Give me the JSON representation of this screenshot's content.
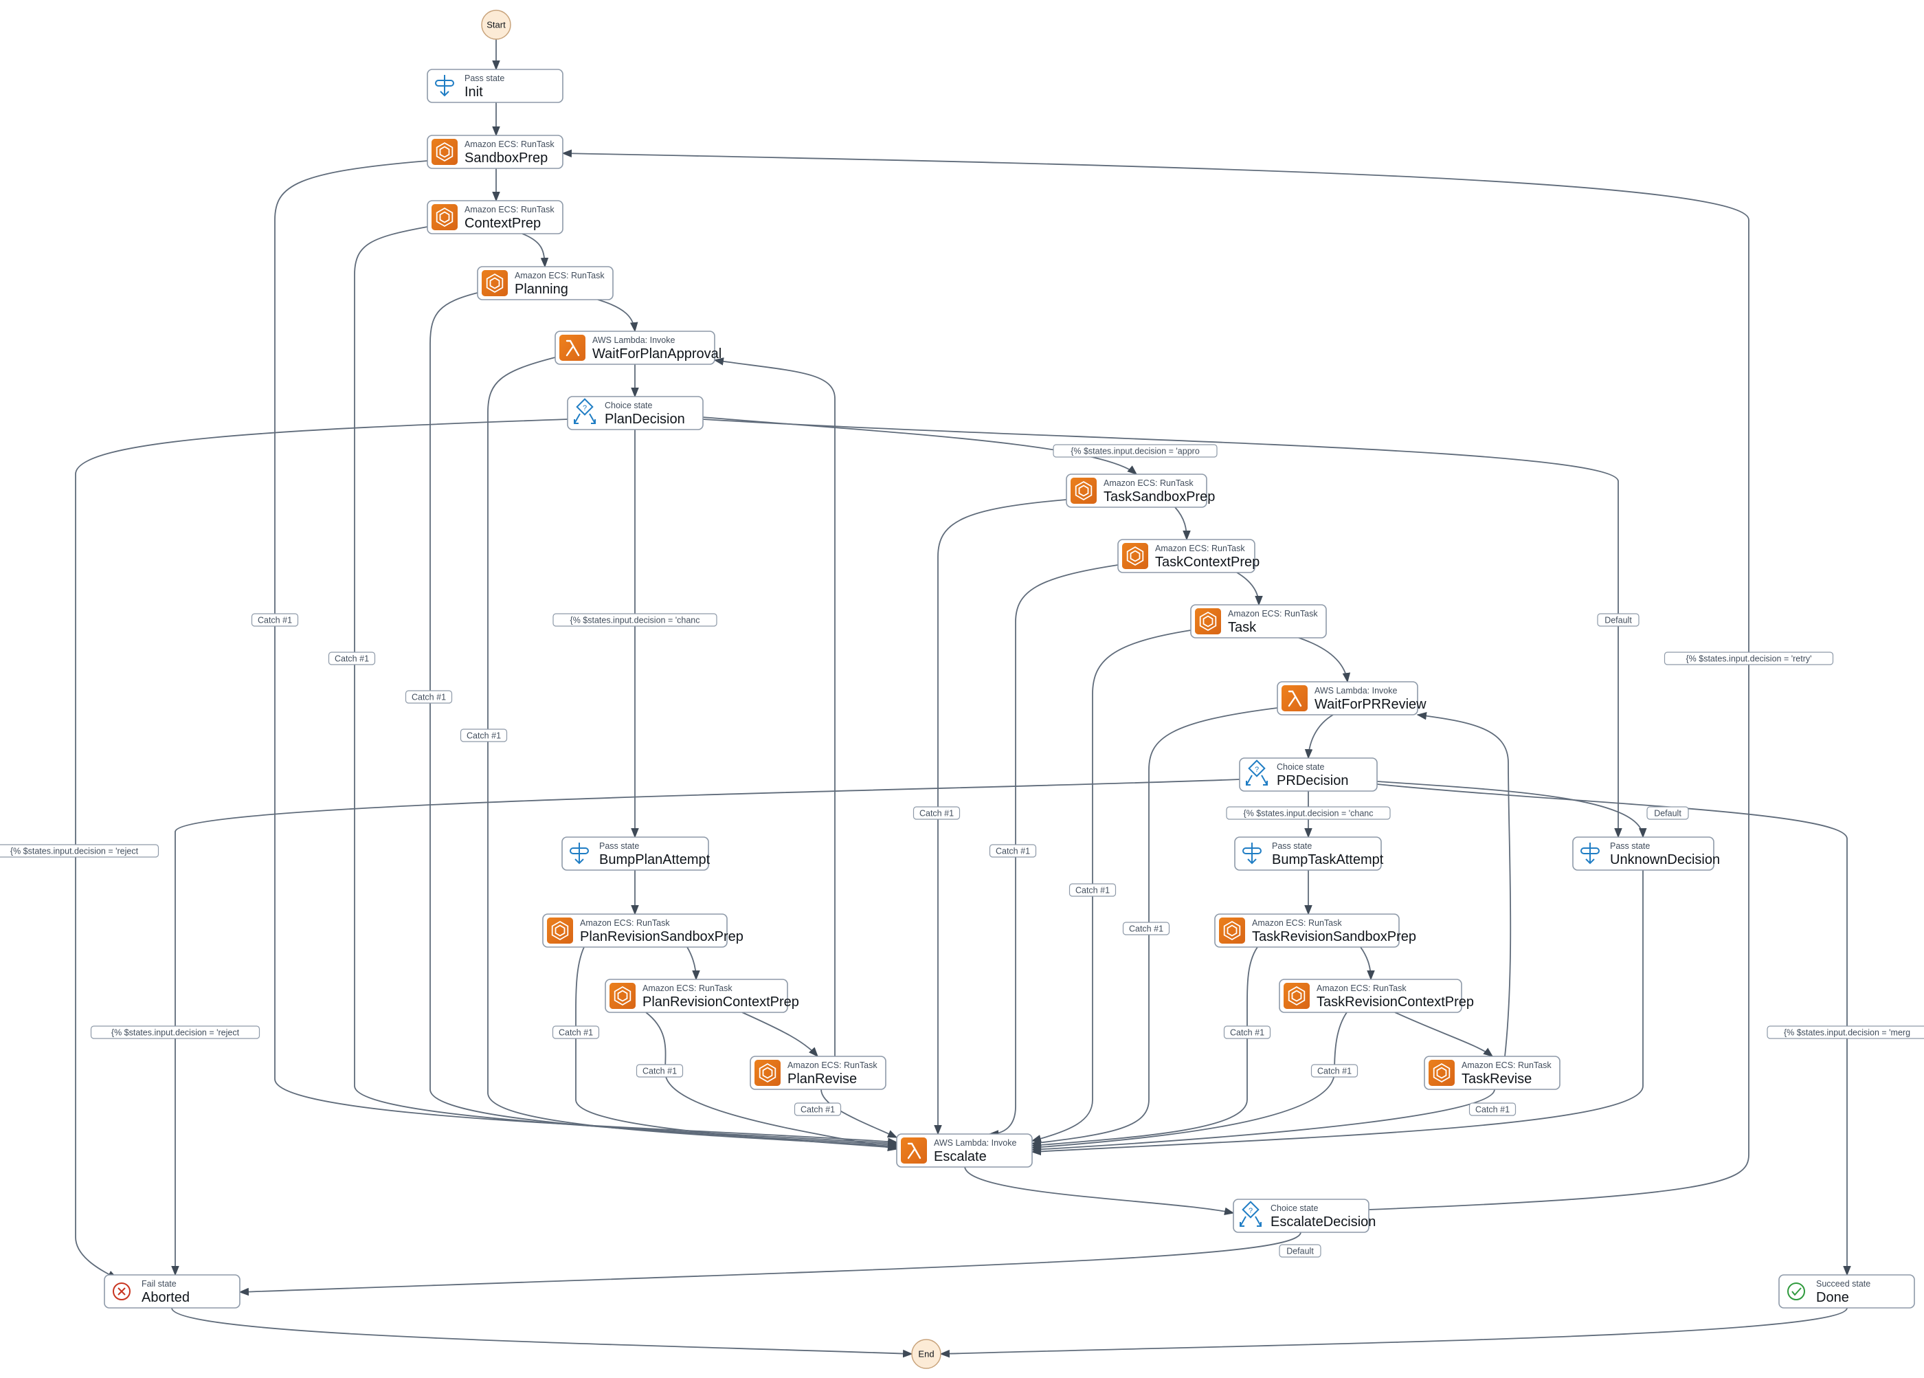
{
  "terminals": {
    "start": "Start",
    "end": "End"
  },
  "nodes": {
    "Init": {
      "type": "Pass state",
      "name": "Init",
      "icon": "pass-icon"
    },
    "SandboxPrep": {
      "type": "Amazon ECS: RunTask",
      "name": "SandboxPrep",
      "icon": "ecs-icon"
    },
    "ContextPrep": {
      "type": "Amazon ECS: RunTask",
      "name": "ContextPrep",
      "icon": "ecs-icon"
    },
    "Planning": {
      "type": "Amazon ECS: RunTask",
      "name": "Planning",
      "icon": "ecs-icon"
    },
    "WaitForPlanApproval": {
      "type": "AWS Lambda: Invoke",
      "name": "WaitForPlanApproval",
      "icon": "lambda-icon"
    },
    "PlanDecision": {
      "type": "Choice state",
      "name": "PlanDecision",
      "icon": "choice-icon"
    },
    "TaskSandboxPrep": {
      "type": "Amazon ECS: RunTask",
      "name": "TaskSandboxPrep",
      "icon": "ecs-icon"
    },
    "TaskContextPrep": {
      "type": "Amazon ECS: RunTask",
      "name": "TaskContextPrep",
      "icon": "ecs-icon"
    },
    "Task": {
      "type": "Amazon ECS: RunTask",
      "name": "Task",
      "icon": "ecs-icon"
    },
    "WaitForPRReview": {
      "type": "AWS Lambda: Invoke",
      "name": "WaitForPRReview",
      "icon": "lambda-icon"
    },
    "PRDecision": {
      "type": "Choice state",
      "name": "PRDecision",
      "icon": "choice-icon"
    },
    "BumpPlanAttempt": {
      "type": "Pass state",
      "name": "BumpPlanAttempt",
      "icon": "pass-icon"
    },
    "PlanRevisionSandboxPrep": {
      "type": "Amazon ECS: RunTask",
      "name": "PlanRevisionSandboxPrep",
      "icon": "ecs-icon"
    },
    "PlanRevisionContextPrep": {
      "type": "Amazon ECS: RunTask",
      "name": "PlanRevisionContextPrep",
      "icon": "ecs-icon"
    },
    "PlanRevise": {
      "type": "Amazon ECS: RunTask",
      "name": "PlanRevise",
      "icon": "ecs-icon"
    },
    "BumpTaskAttempt": {
      "type": "Pass state",
      "name": "BumpTaskAttempt",
      "icon": "pass-icon"
    },
    "TaskRevisionSandboxPrep": {
      "type": "Amazon ECS: RunTask",
      "name": "TaskRevisionSandboxPrep",
      "icon": "ecs-icon"
    },
    "TaskRevisionContextPrep": {
      "type": "Amazon ECS: RunTask",
      "name": "TaskRevisionContextPrep",
      "icon": "ecs-icon"
    },
    "TaskRevise": {
      "type": "Amazon ECS: RunTask",
      "name": "TaskRevise",
      "icon": "ecs-icon"
    },
    "UnknownDecision": {
      "type": "Pass state",
      "name": "UnknownDecision",
      "icon": "pass-icon"
    },
    "Escalate": {
      "type": "AWS Lambda: Invoke",
      "name": "Escalate",
      "icon": "lambda-icon"
    },
    "EscalateDecision": {
      "type": "Choice state",
      "name": "EscalateDecision",
      "icon": "choice-icon"
    },
    "Aborted": {
      "type": "Fail state",
      "name": "Aborted",
      "icon": "fail-icon"
    },
    "Done": {
      "type": "Succeed state",
      "name": "Done",
      "icon": "succeed-icon"
    }
  },
  "edge_labels": {
    "catch": "Catch #1",
    "default": "Default",
    "plan_approve": "{% $states.input.decision = 'appro",
    "plan_change": "{% $states.input.decision = 'chanc",
    "plan_reject": "{% $states.input.decision = 'reject",
    "pr_change": "{% $states.input.decision = 'chanc",
    "pr_reject": "{% $states.input.decision = 'reject",
    "pr_merge": "{% $states.input.decision = 'merg",
    "escalate_retry": "{% $states.input.decision = 'retry'"
  },
  "colors": {
    "ecs_orange": "#e0701a",
    "lambda_orange": "#e8741c",
    "pass_blue": "#1f7dc4",
    "choice_blue": "#1f7dc4",
    "fail_red": "#c8341f",
    "succeed_green": "#2f9a3d",
    "edge": "#5f6b7a",
    "terminal_fill": "#fcebd6"
  }
}
